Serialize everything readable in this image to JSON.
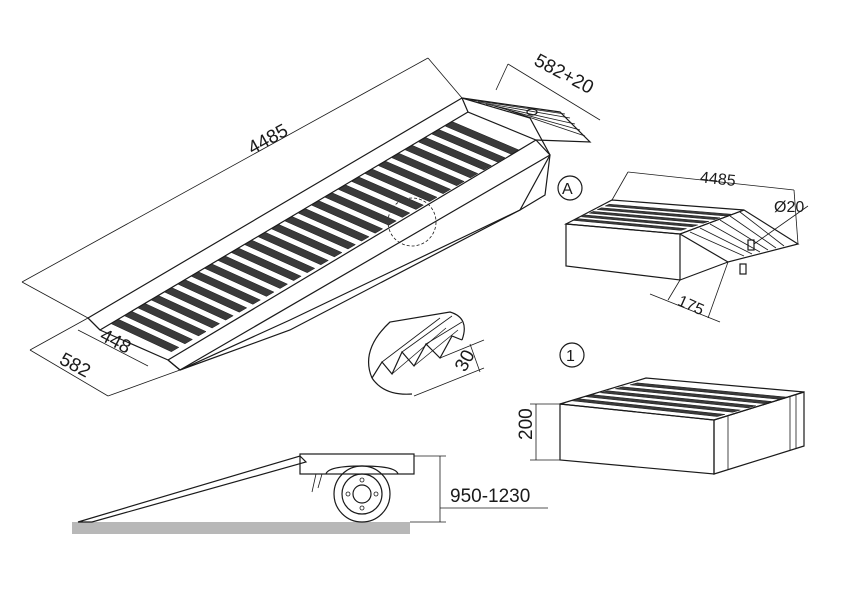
{
  "dimensions": {
    "ramp_length": "4485",
    "ramp_width_outer": "582",
    "ramp_width_inner": "448",
    "lip_width": "582+20",
    "profile_height": "30",
    "detail_length": "4485",
    "pin_diameter": "Ø20",
    "overlap": "175",
    "box_height": "200",
    "platform_height": "950-1230"
  },
  "markers": {
    "detail_a": "A",
    "detail_1": "1"
  },
  "colors": {
    "line": "#1a1a1a",
    "slat": "#3a3a3a",
    "ground": "#b8b8b8"
  }
}
